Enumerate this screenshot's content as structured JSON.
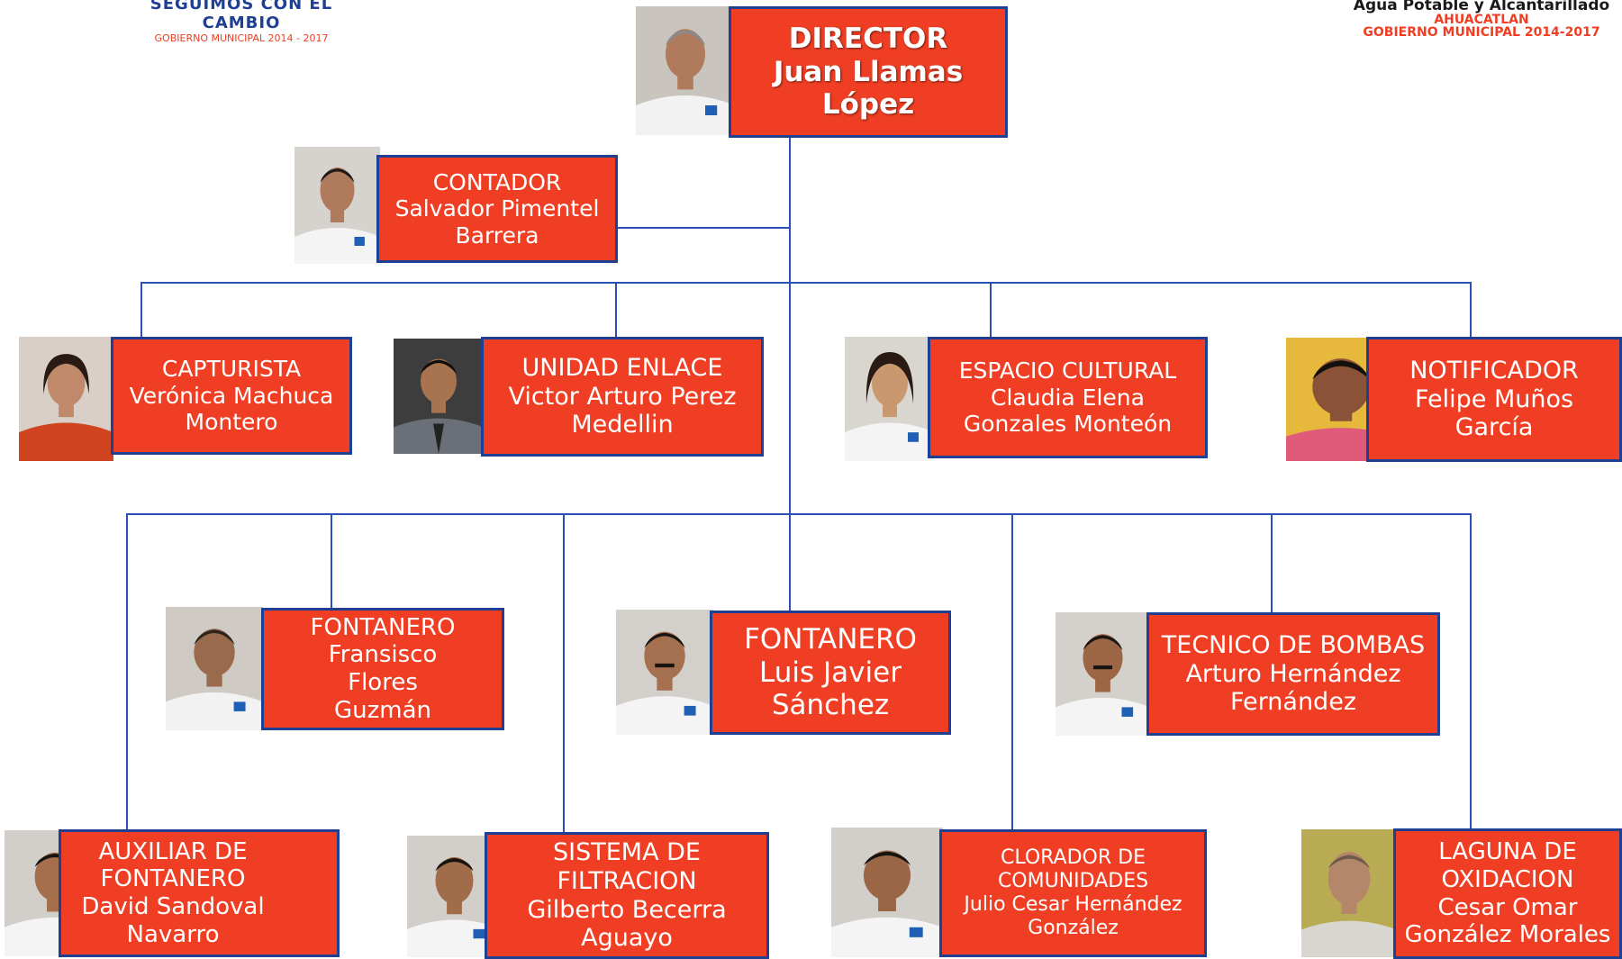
{
  "header_left": {
    "slogan": "SEGUIMOS CON EL CAMBIO",
    "subtitle": "GOBIERNO MUNICIPAL 2014 - 2017"
  },
  "header_right": {
    "line1": "Agua Potable y Alcantarillado",
    "line2": "AHUACATLAN",
    "line3": "GOBIERNO MUNICIPAL 2014-2017"
  },
  "colors": {
    "box_fill": "#ef3e23",
    "box_border": "#1f3f93",
    "connector": "#2b50b5"
  },
  "nodes": {
    "director": {
      "lines": [
        "DIRECTOR",
        "Juan Llamas",
        "López"
      ]
    },
    "contador": {
      "lines": [
        "CONTADOR",
        "Salvador Pimentel",
        "Barrera"
      ]
    },
    "capturista": {
      "lines": [
        "CAPTURISTA",
        "Verónica Machuca",
        "Montero"
      ]
    },
    "unidad_enlace": {
      "lines": [
        "UNIDAD ENLACE",
        "Victor Arturo Perez",
        "Medellin"
      ]
    },
    "espacio_cultural": {
      "lines": [
        "ESPACIO CULTURAL",
        "Claudia Elena",
        "Gonzales Monteón"
      ]
    },
    "notificador": {
      "lines": [
        "NOTIFICADOR",
        "Felipe Muños",
        "García"
      ]
    },
    "fontanero_1": {
      "lines": [
        "FONTANERO",
        "Fransisco",
        "Flores",
        "Guzmán"
      ]
    },
    "fontanero_2": {
      "lines": [
        "FONTANERO",
        "Luis Javier",
        "Sánchez"
      ]
    },
    "tecnico_bombas": {
      "lines": [
        "TECNICO DE BOMBAS",
        "Arturo Hernández",
        "Fernández"
      ]
    },
    "auxiliar_fontanero": {
      "lines": [
        "AUXILIAR DE",
        "FONTANERO",
        "David Sandoval",
        "Navarro"
      ]
    },
    "sistema_filtracion": {
      "lines": [
        "SISTEMA DE",
        "FILTRACION",
        "Gilberto Becerra",
        "Aguayo"
      ]
    },
    "clorador": {
      "lines": [
        "CLORADOR DE",
        "COMUNIDADES",
        "Julio Cesar Hernández",
        "González"
      ]
    },
    "laguna": {
      "lines": [
        "LAGUNA DE",
        "OXIDACION",
        "Cesar Omar",
        "González Morales"
      ]
    }
  }
}
